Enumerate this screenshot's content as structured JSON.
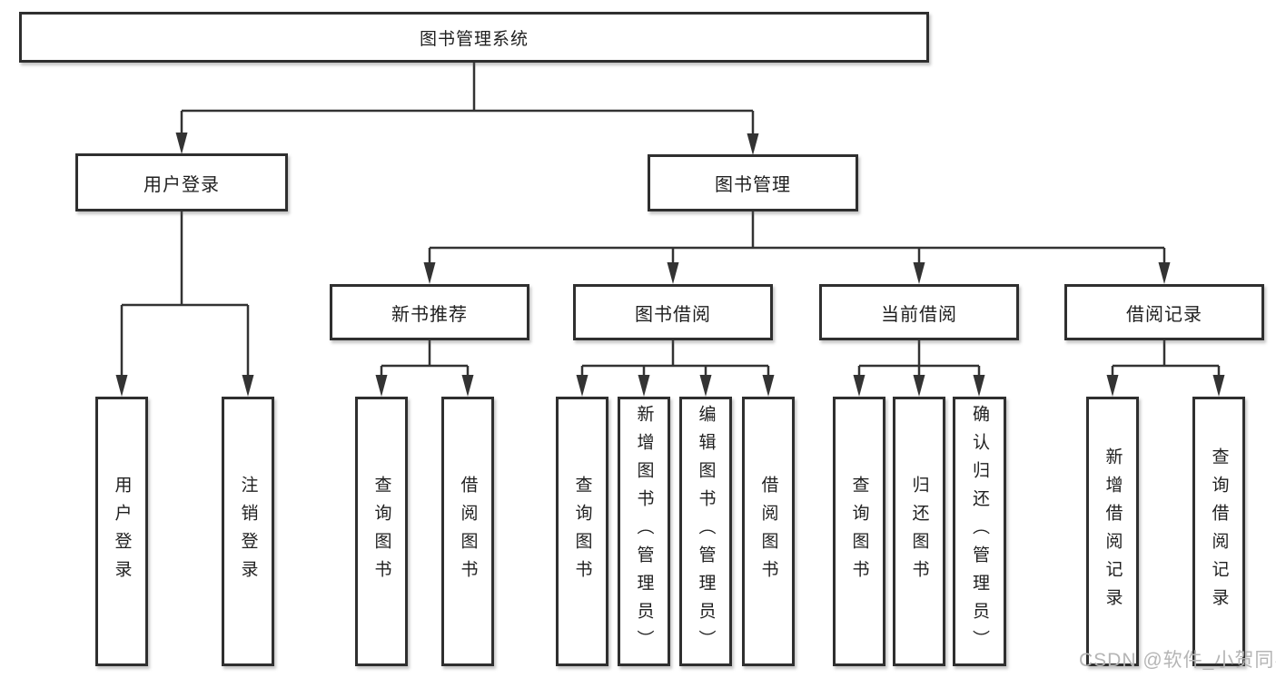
{
  "watermark": "CSDN @软件_小贺同学",
  "colors": {
    "line": "#333333",
    "border": "#2f2f2f",
    "text": "#1f1f1f",
    "watermark": "#b5b5b5",
    "background": "#ffffff"
  },
  "tree": {
    "label": "图书管理系统",
    "children": [
      {
        "label": "用户登录",
        "children": [
          {
            "label": "用户登录"
          },
          {
            "label": "注销登录"
          }
        ]
      },
      {
        "label": "图书管理",
        "children": [
          {
            "label": "新书推荐",
            "children": [
              {
                "label": "查询图书"
              },
              {
                "label": "借阅图书"
              }
            ]
          },
          {
            "label": "图书借阅",
            "children": [
              {
                "label": "查询图书"
              },
              {
                "label": "新增图书（管理员）"
              },
              {
                "label": "编辑图书（管理员）"
              },
              {
                "label": "借阅图书"
              }
            ]
          },
          {
            "label": "当前借阅",
            "children": [
              {
                "label": "查询图书"
              },
              {
                "label": "归还图书"
              },
              {
                "label": "确认归还（管理员）"
              }
            ]
          },
          {
            "label": "借阅记录",
            "children": [
              {
                "label": "新增借阅记录"
              },
              {
                "label": "查询借阅记录"
              }
            ]
          }
        ]
      }
    ]
  }
}
